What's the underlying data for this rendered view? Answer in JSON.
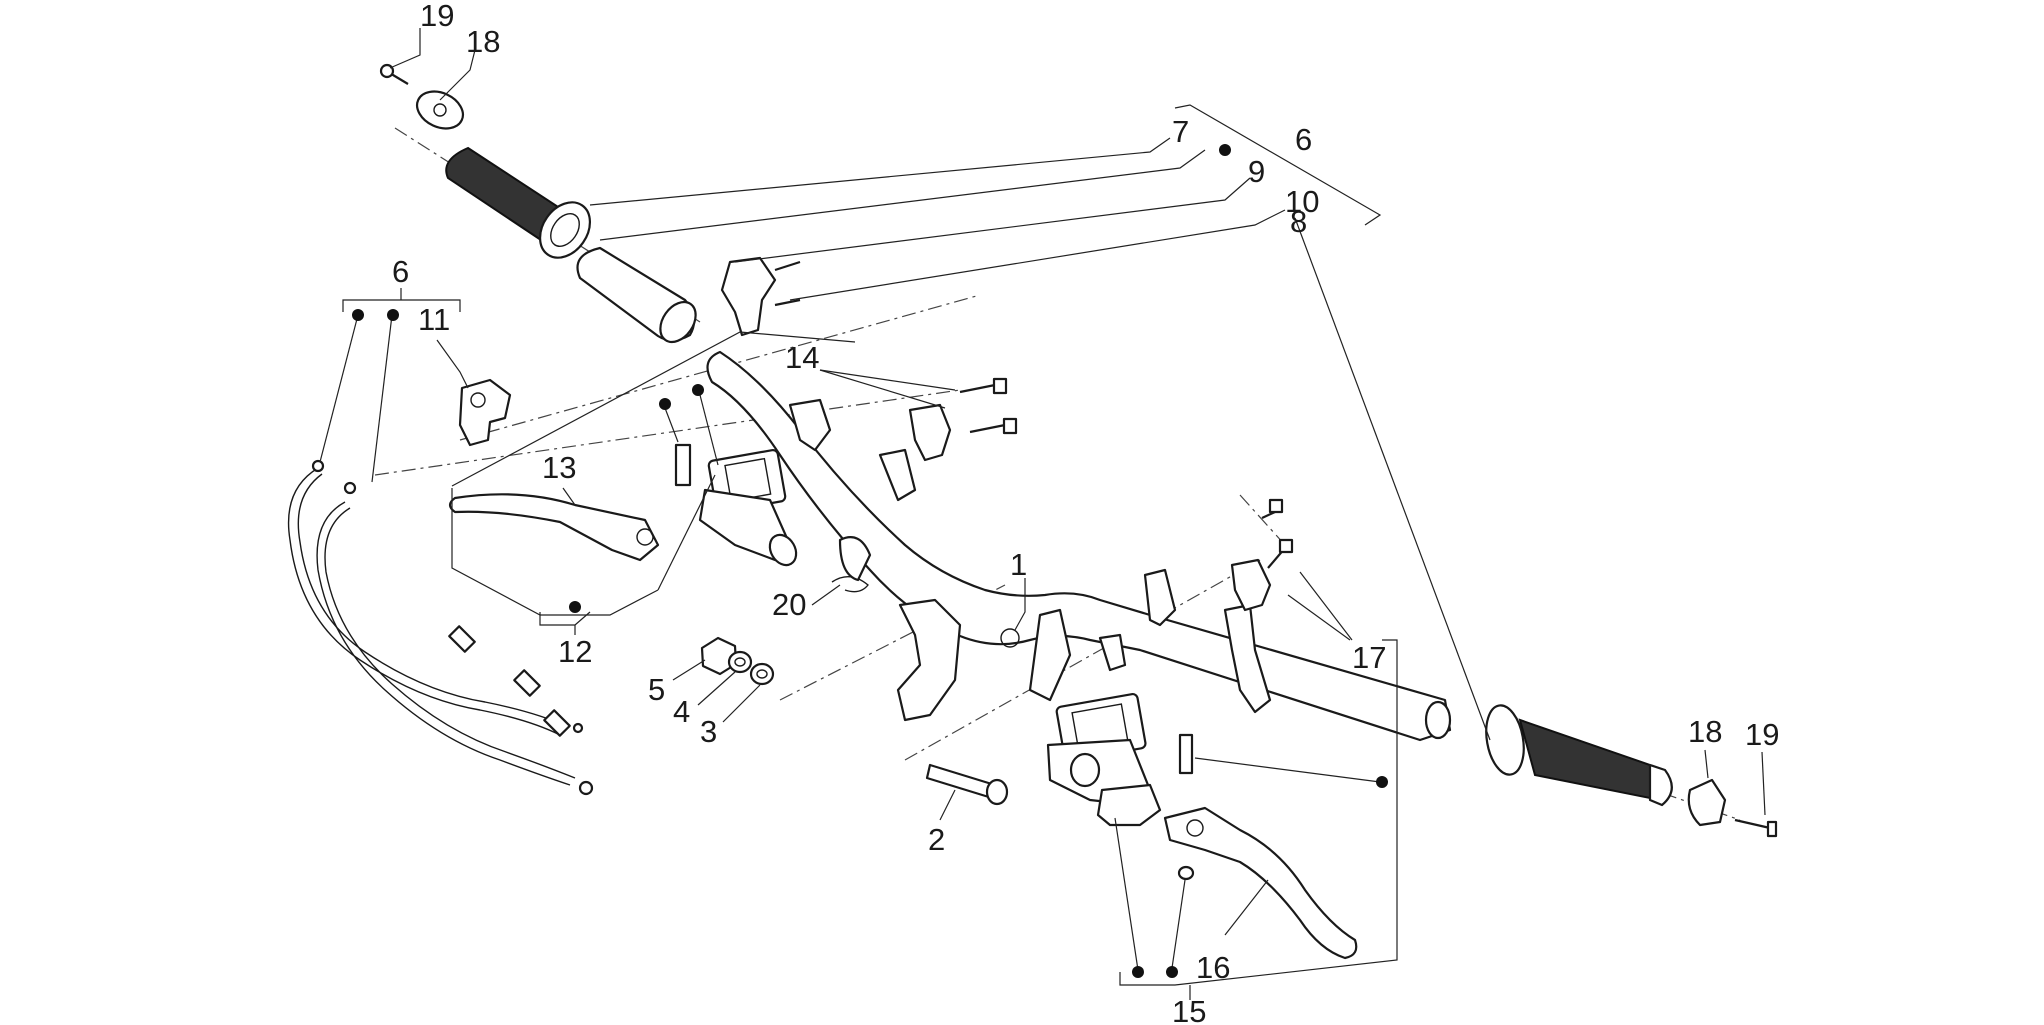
{
  "diagram": {
    "callouts": [
      "1",
      "2",
      "3",
      "4",
      "5",
      "6",
      "6",
      "7",
      "8",
      "9",
      "10",
      "11",
      "12",
      "13",
      "14",
      "15",
      "16",
      "17",
      "18",
      "18",
      "19",
      "19",
      "20"
    ],
    "colors": {
      "line": "#1a1a1a",
      "grip": "#333333",
      "background": "#ffffff"
    }
  }
}
